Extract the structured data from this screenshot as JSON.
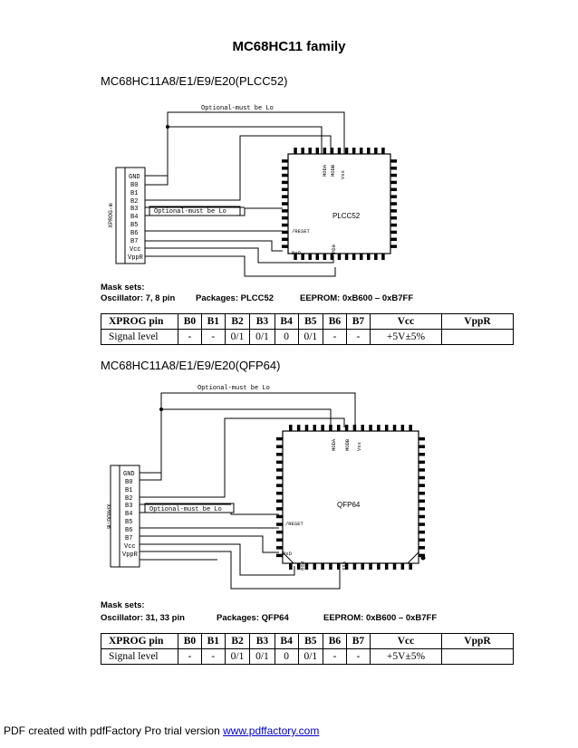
{
  "title": "MC68HC11 family",
  "sections": [
    {
      "subtitle": "MC68HC11A8/E1/E9/E20(PLCC52)",
      "diagram": {
        "optional_top": "Optional-must be Lo",
        "optional_side": "Optional-must be Lo",
        "connector_label": "XPROG-m",
        "pins": [
          "GND",
          "B0",
          "B1",
          "B2",
          "B3",
          "B4",
          "B5",
          "B6",
          "B7",
          "Vcc",
          "VppR"
        ],
        "chip_label": "PLCC52",
        "chip_pins": {
          "moda": "MODA",
          "modb": "MODB",
          "vss": "Vss",
          "reset": "/RESET",
          "rxd": "RxD",
          "pd0": "PD0"
        }
      },
      "mask_sets_label": "Mask sets:",
      "oscillator": "Oscillator: 7, 8 pin",
      "packages": "Packages: PLCC52",
      "eeprom": "EEPROM: 0xB600 – 0xB7FF",
      "table": {
        "header": [
          "XPROG pin",
          "B0",
          "B1",
          "B2",
          "B3",
          "B4",
          "B5",
          "B6",
          "B7",
          "Vcc",
          "VppR"
        ],
        "row": [
          "Signal level",
          "-",
          "-",
          "0/1",
          "0/1",
          "0",
          "0/1",
          "-",
          "-",
          "+5V±5%",
          ""
        ]
      }
    },
    {
      "subtitle": "MC68HC11A8/E1/E9/E20(QFP64)",
      "diagram": {
        "optional_top": "Optional-must be Lo",
        "optional_side": "Optional-must be Lo",
        "connector_label": "XPROG-m",
        "pins": [
          "GND",
          "B0",
          "B1",
          "B2",
          "B3",
          "B4",
          "B5",
          "B6",
          "B7",
          "Vcc",
          "VppR"
        ],
        "chip_label": "QFP64",
        "chip_pins": {
          "moda": "MODA",
          "modb": "MODB",
          "vss": "Vss",
          "reset": "/RESET",
          "rxd": "RxD",
          "pd0": "PD0",
          "vss2": "Vss"
        }
      },
      "mask_sets_label": "Mask sets:",
      "oscillator": "Oscillator: 31, 33 pin",
      "packages": "Packages: QFP64",
      "eeprom": "EEPROM: 0xB600 – 0xB7FF",
      "table": {
        "header": [
          "XPROG pin",
          "B0",
          "B1",
          "B2",
          "B3",
          "B4",
          "B5",
          "B6",
          "B7",
          "Vcc",
          "VppR"
        ],
        "row": [
          "Signal level",
          "-",
          "-",
          "0/1",
          "0/1",
          "0",
          "0/1",
          "-",
          "-",
          "+5V±5%",
          ""
        ]
      }
    }
  ],
  "footer": {
    "text": "PDF created with pdfFactory Pro trial version ",
    "link": "www.pdffactory.com"
  }
}
